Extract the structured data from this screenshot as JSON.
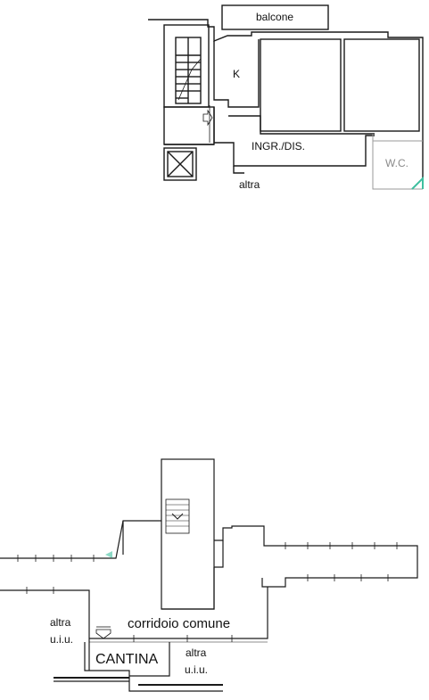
{
  "upper_floor": {
    "labels": {
      "balcony": "balcone",
      "kitchen": "K",
      "entrance": "INGR./DIS.",
      "wc": "W.C.",
      "other": "altra"
    }
  },
  "basement": {
    "labels": {
      "corridor": "corridoio comune",
      "cellar": "CANTINA",
      "other_unit_left_1": "altra",
      "other_unit_left_2": "u.i.u.",
      "other_unit_right_1": "altra",
      "other_unit_right_2": "u.i.u."
    }
  },
  "colors": {
    "wall": "#1a1a1a",
    "light_wall": "#9a9a9a",
    "accent": "#3fbf9f"
  }
}
